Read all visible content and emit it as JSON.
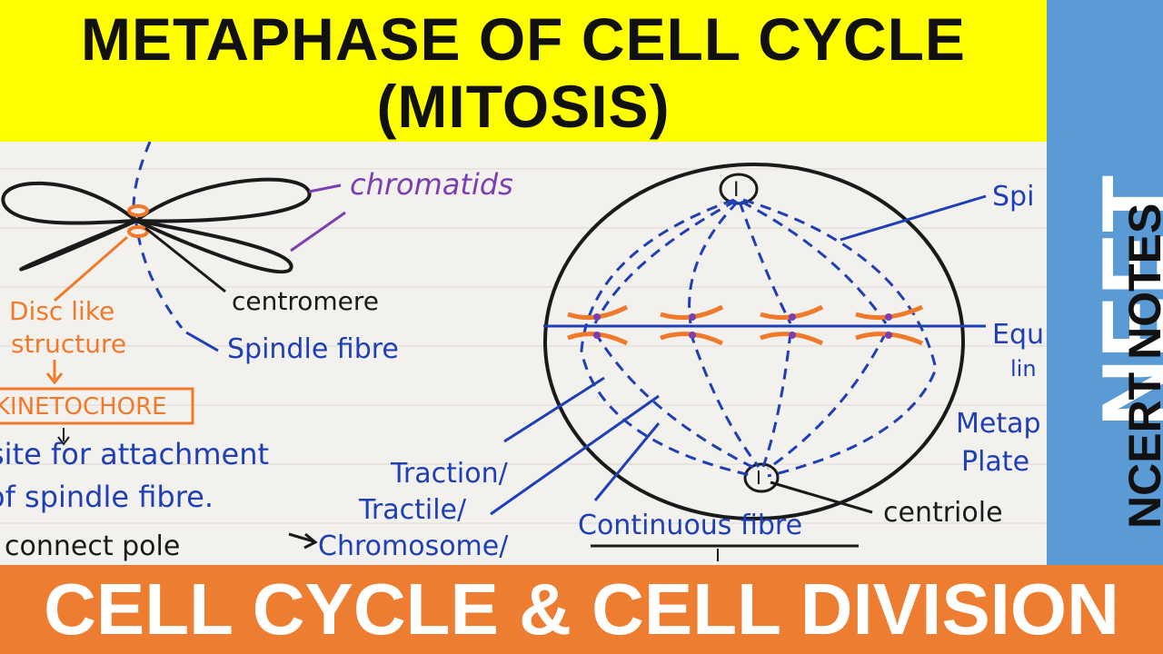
{
  "title": {
    "line1": "METAPHASE OF CELL CYCLE",
    "line2": "(MITOSIS)"
  },
  "side_panel": {
    "neet": "NEET",
    "ncert_notes": "NCERT NOTES"
  },
  "bottom_banner": {
    "text": "CELL CYCLE & CELL DIVISION"
  },
  "notes": {
    "chromatids": "chromatids",
    "centromere": "centromere",
    "disc_like": "Disc like",
    "structure": "structure",
    "kinetochore": "KINETOCHORE",
    "spindle_fibre": "Spindle fibre",
    "site_line1": "site for attachment",
    "site_line2": "of spindle fibre.",
    "connect_pole": "connect pole",
    "traction": "Traction/",
    "tractile": "Tractile/",
    "chromosome": "Chromosome/",
    "continuous_fibre": "Continuous fibre",
    "centriole": "centriole",
    "spindle_partial": "Spi",
    "equatorial_partial": "Equ",
    "line_partial": "lin",
    "metaphase_partial": "Metap",
    "plate": "Plate",
    "pole_label": "I"
  },
  "colors": {
    "title_bg": "#ffff00",
    "side_bg": "#5b9bd5",
    "bottom_bg": "#ed7d31",
    "ink_blue": "#1f3fb5",
    "ink_orange": "#f07a2a",
    "ink_purple": "#7b3fb0",
    "ink_black": "#1a1a1a"
  }
}
